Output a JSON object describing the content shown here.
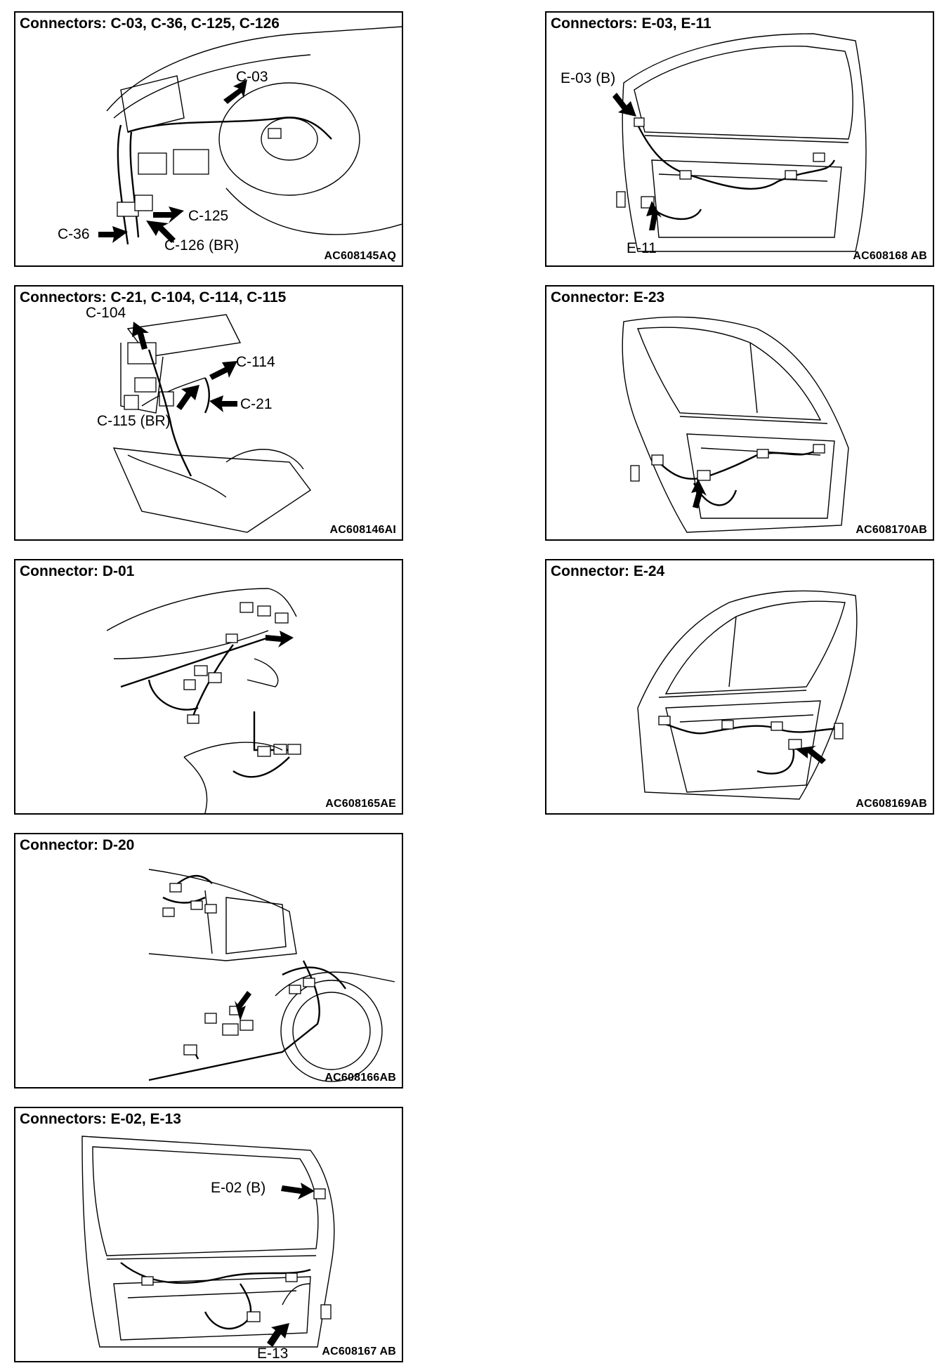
{
  "panels": {
    "p1": {
      "title": "Connectors: C-03, C-36, C-125, C-126",
      "code": "AC608145AQ",
      "labels": {
        "c03": "C-03",
        "c125": "C-125",
        "c36": "C-36",
        "c126": "C-126 (BR)"
      }
    },
    "p2": {
      "title": "Connectors: C-21, C-104, C-114, C-115",
      "code": "AC608146AI",
      "labels": {
        "c104": "C-104",
        "c114": "C-114",
        "c21": "C-21",
        "c115": "C-115 (BR)"
      }
    },
    "p3": {
      "title": "Connector: D-01",
      "code": "AC608165AE"
    },
    "p4": {
      "title": "Connector: D-20",
      "code": "AC608166AB"
    },
    "p5": {
      "title": "Connectors: E-02, E-13",
      "code": "AC608167 AB",
      "labels": {
        "e02": "E-02 (B)",
        "e13": "E-13"
      }
    },
    "p6": {
      "title": "Connectors: E-03, E-11",
      "code": "AC608168 AB",
      "labels": {
        "e03": "E-03 (B)",
        "e11": "E-11"
      }
    },
    "p7": {
      "title": "Connector: E-23",
      "code": "AC608170AB"
    },
    "p8": {
      "title": "Connector: E-24",
      "code": "AC608169AB"
    }
  }
}
